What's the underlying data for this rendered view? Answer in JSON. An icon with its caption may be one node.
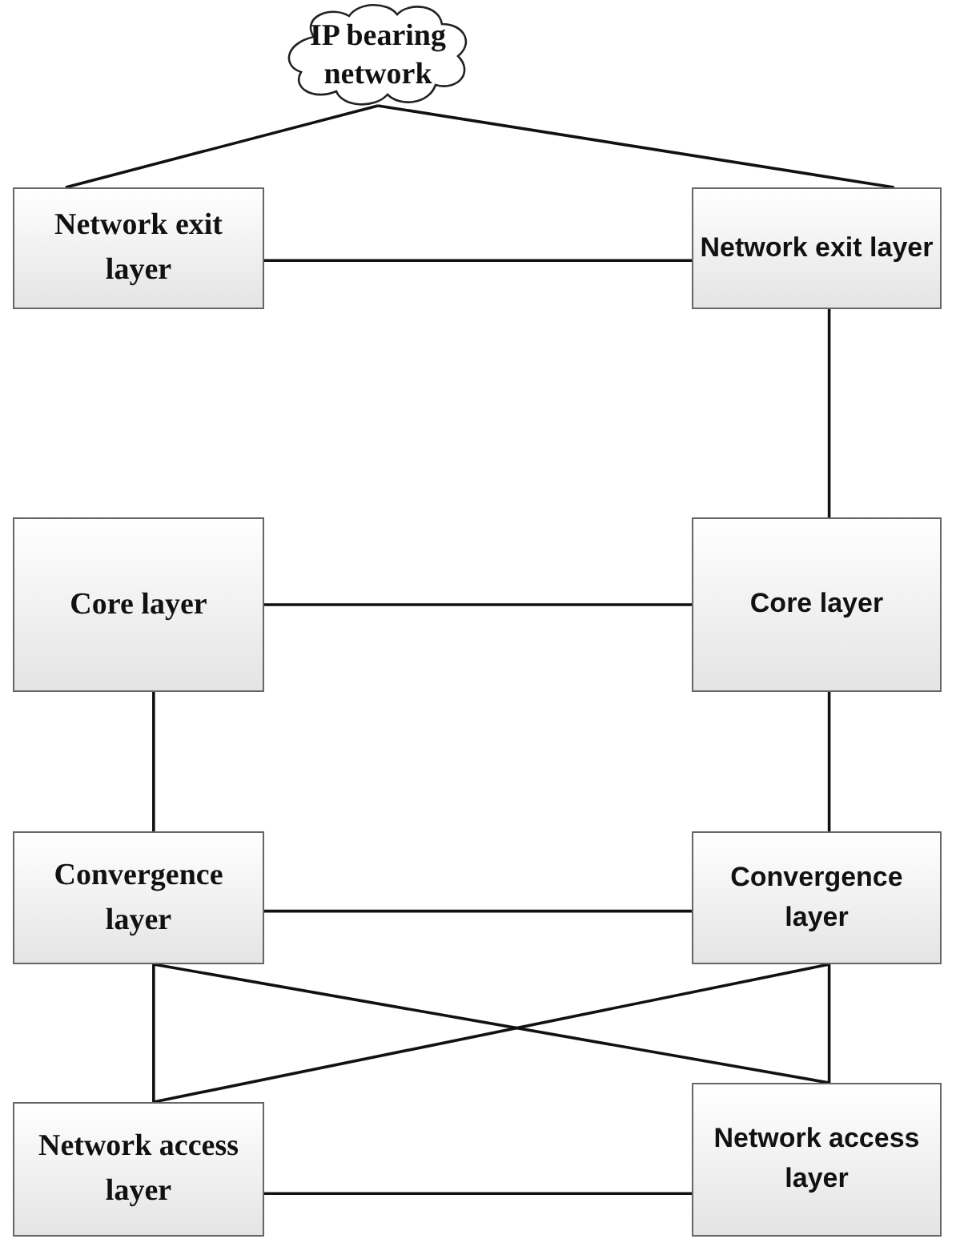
{
  "diagram": {
    "nodes": [
      {
        "text": [
          "IP bearing network"
        ]
      },
      {
        "text": [
          "Network exit layer"
        ]
      },
      {
        "text": [
          "Network exit layer"
        ]
      },
      {
        "text": [
          "Core layer"
        ]
      },
      {
        "text": [
          "Core layer"
        ]
      },
      {
        "text": [
          "Convergence layer"
        ]
      },
      {
        "text": [
          "Convergence layer"
        ]
      },
      {
        "text": [
          "Network access layer"
        ]
      },
      {
        "text": [
          "Network access layer"
        ]
      }
    ],
    "edges": [
      {
        "from": 0,
        "to": 1,
        "arrow": "none"
      },
      {
        "from": 0,
        "to": 2,
        "arrow": "none"
      },
      {
        "from": 1,
        "to": 2,
        "arrow": "none"
      },
      {
        "from": 2,
        "to": 4,
        "arrow": "none"
      },
      {
        "from": 3,
        "to": 4,
        "arrow": "none"
      },
      {
        "from": 3,
        "to": 5,
        "arrow": "none"
      },
      {
        "from": 4,
        "to": 6,
        "arrow": "none"
      },
      {
        "from": 5,
        "to": 6,
        "arrow": "none"
      },
      {
        "from": 5,
        "to": 7,
        "arrow": "none"
      },
      {
        "from": 6,
        "to": 8,
        "arrow": "none"
      },
      {
        "from": 5,
        "to": 8,
        "arrow": "none"
      },
      {
        "from": 6,
        "to": 7,
        "arrow": "none"
      },
      {
        "from": 7,
        "to": 8,
        "arrow": "none"
      }
    ]
  }
}
